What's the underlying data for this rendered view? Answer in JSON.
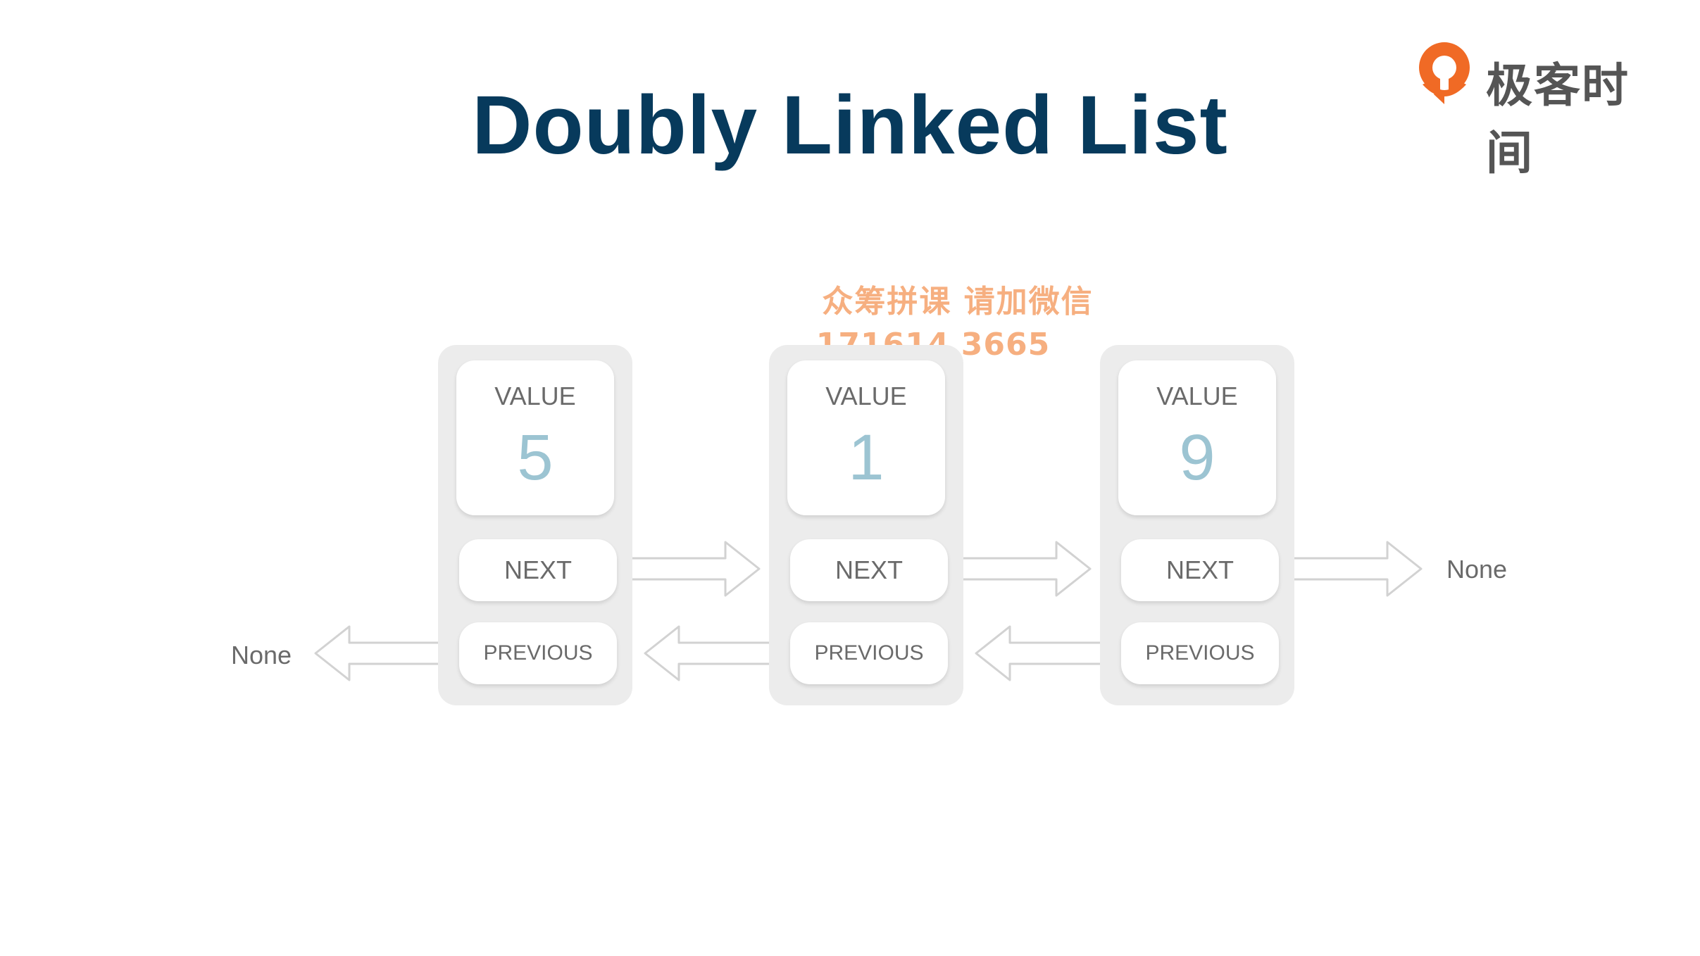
{
  "title": "Doubly Linked List",
  "logo": {
    "text": "极客时间",
    "brand_color": "#f06a25"
  },
  "watermark": {
    "line1": "众筹拼课  请加微信",
    "line2": "171614 3665"
  },
  "nodes": [
    {
      "value_label": "VALUE",
      "value": "5",
      "next_label": "NEXT",
      "previous_label": "PREVIOUS"
    },
    {
      "value_label": "VALUE",
      "value": "1",
      "next_label": "NEXT",
      "previous_label": "PREVIOUS"
    },
    {
      "value_label": "VALUE",
      "value": "9",
      "next_label": "NEXT",
      "previous_label": "PREVIOUS"
    }
  ],
  "tail_next_label": "None",
  "head_previous_label": "None",
  "colors": {
    "title": "#073a5c",
    "value_number": "#9cc4d2",
    "node_background": "#ececec",
    "watermark": "#f5a26a"
  }
}
